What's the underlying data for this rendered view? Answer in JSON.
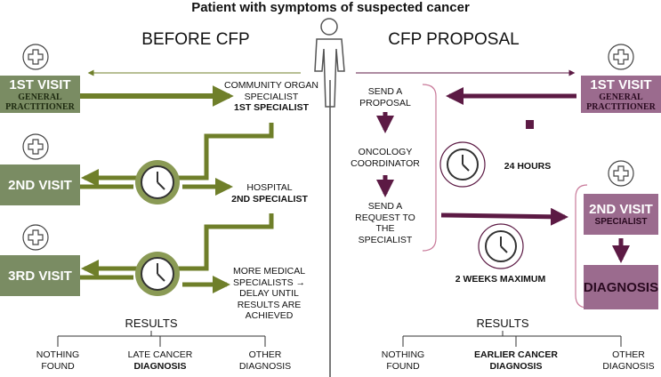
{
  "title": "Patient with symptoms of suspected cancer",
  "colors": {
    "green": "#6f7f2a",
    "green_box": "#7a8c63",
    "purple": "#5c1a44",
    "purple_box": "#9b6b8e"
  },
  "left": {
    "heading": "BEFORE CFP",
    "visit1": {
      "main": "1ST VISIT",
      "sub": "GENERAL PRACTITIONER"
    },
    "visit2": {
      "main": "2ND VISIT"
    },
    "visit3": {
      "main": "3RD VISIT"
    },
    "step1": {
      "line1": "COMMUNITY ORGAN",
      "line2": "SPECIALIST",
      "line3": "1ST SPECIALIST"
    },
    "step2": {
      "line1": "HOSPITAL",
      "line2": "2ND SPECIALIST"
    },
    "step3": {
      "line1": "MORE MEDICAL",
      "line2": "SPECIALISTS →",
      "line3": "DELAY UNTIL",
      "line4": "RESULTS ARE",
      "line5": "ACHIEVED"
    },
    "results": {
      "heading": "RESULTS",
      "r1": {
        "line1": "NOTHING",
        "line2": "FOUND"
      },
      "r2": {
        "line1": "LATE CANCER",
        "line2": "DIAGNOSIS"
      },
      "r3": {
        "line1": "OTHER",
        "line2": "DIAGNOSIS"
      }
    }
  },
  "right": {
    "heading": "CFP PROPOSAL",
    "visit1": {
      "main": "1ST VISIT",
      "sub": "GENERAL PRACTITIONER"
    },
    "visit2": {
      "main": "2ND VISIT",
      "sub": "SPECIALIST"
    },
    "diagnosis": "DIAGNOSIS",
    "steps": {
      "s1": {
        "line1": "SEND A",
        "line2": "PROPOSAL"
      },
      "s2": {
        "line1": "ONCOLOGY",
        "line2": "COORDINATOR"
      },
      "s3": {
        "line1": "SEND A",
        "line2": "REQUEST TO",
        "line3": "THE",
        "line4": "SPECIALIST"
      }
    },
    "time1": "24 HOURS",
    "time2": "2 WEEKS MAXIMUM",
    "results": {
      "heading": "RESULTS",
      "r1": {
        "line1": "NOTHING",
        "line2": "FOUND"
      },
      "r2": {
        "line1": "EARLIER CANCER",
        "line2": "DIAGNOSIS"
      },
      "r3": {
        "line1": "OTHER",
        "line2": "DIAGNOSIS"
      }
    }
  },
  "icons": [
    "plus-circle-icon",
    "clock-icon",
    "person-icon"
  ]
}
